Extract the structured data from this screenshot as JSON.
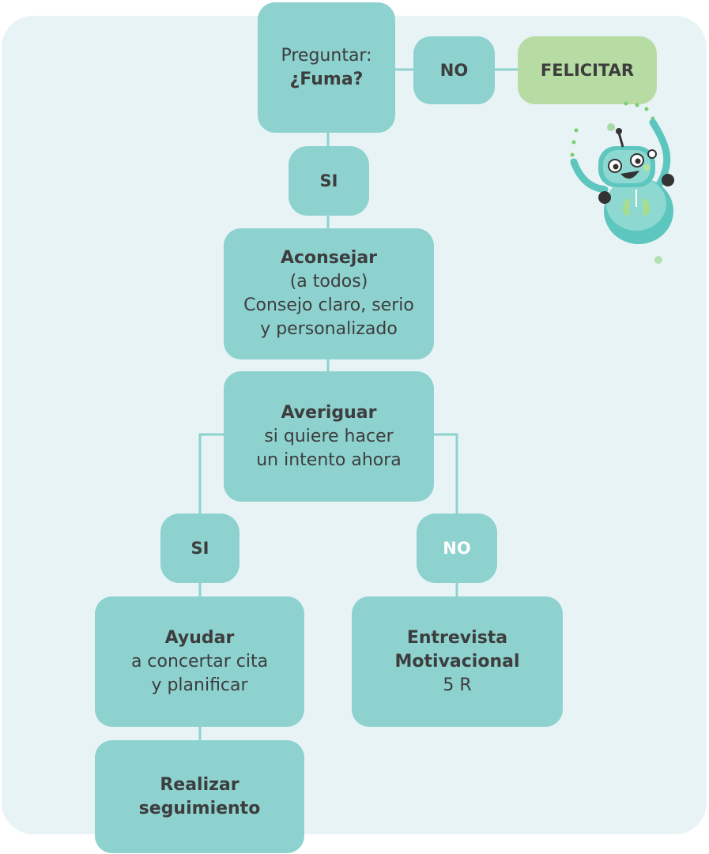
{
  "nodes": {
    "ask": {
      "line1": "Preguntar:",
      "line2": "¿Fuma?"
    },
    "no_top": "NO",
    "congratulate": "FELICITAR",
    "si_top": "SI",
    "advise": {
      "title": "Aconsejar",
      "line1": "(a todos)",
      "line2": "Consejo claro, serio",
      "line3": "y personalizado"
    },
    "assess": {
      "title": "Averiguar",
      "line1": "si quiere hacer",
      "line2": "un intento ahora"
    },
    "si_left": "SI",
    "no_right": "NO",
    "assist": {
      "title": "Ayudar",
      "line1": "a concertar cita",
      "line2": "y planificar"
    },
    "interview": {
      "title1": "Entrevista",
      "title2": "Motivacional",
      "line1": "5 R"
    },
    "followup": {
      "line1": "Realizar",
      "line2": "seguimiento"
    }
  },
  "colors": {
    "panel_bg": "#e8f3f5",
    "node_teal": "#8dd2cf",
    "node_green": "#b6dca3",
    "text_dark": "#3d3d3d",
    "mascot_teal": "#5cc6bf"
  },
  "icons": [
    "robot-mascot-icon"
  ]
}
